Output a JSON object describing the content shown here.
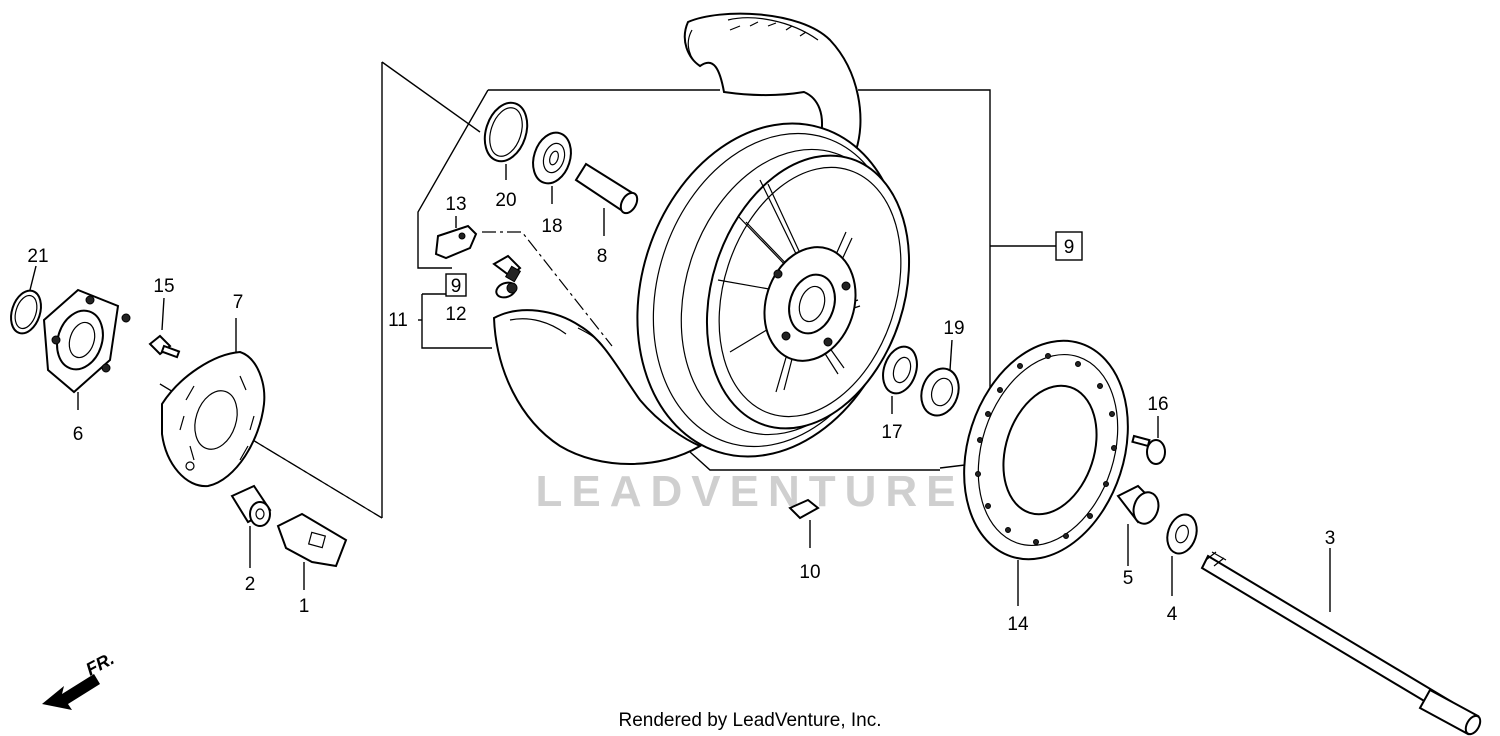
{
  "part_labels": {
    "p1": "1",
    "p2": "2",
    "p3": "3",
    "p4": "4",
    "p5": "5",
    "p6": "6",
    "p7": "7",
    "p8": "8",
    "p9_box_a": "9",
    "p9_box_b": "9",
    "p10": "10",
    "p11": "11",
    "p12": "12",
    "p13": "13",
    "p14": "14",
    "p15": "15",
    "p16": "16",
    "p17": "17",
    "p18": "18",
    "p19": "19",
    "p20": "20",
    "p21": "21"
  },
  "direction_marker": "FR.",
  "watermark": "LEADVENTURE",
  "footer": "Rendered by LeadVenture, Inc."
}
